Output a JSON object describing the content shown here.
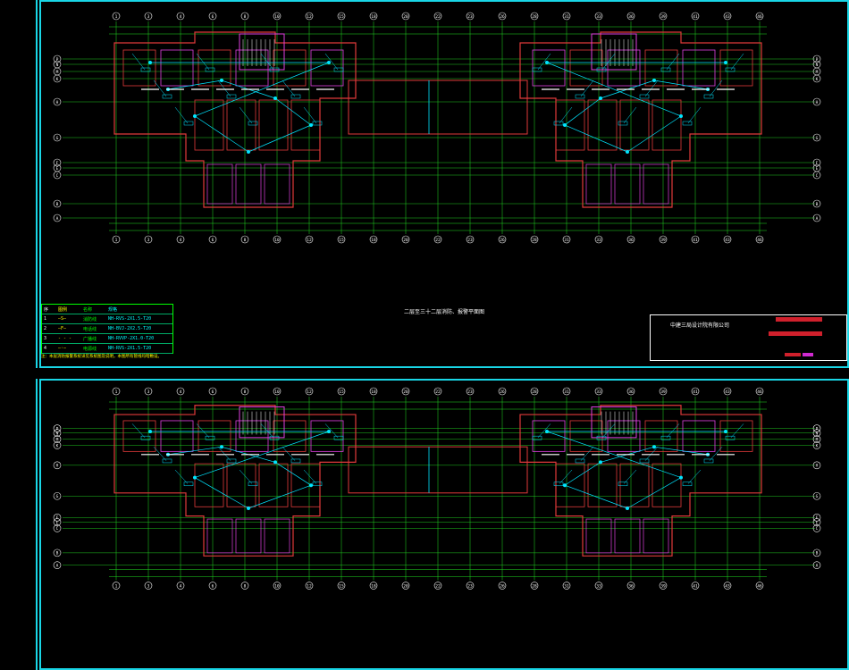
{
  "drawing": {
    "top_title": "二层至三十二层消防、报警平面图",
    "company": "中建三局设计院有限公司"
  },
  "grid_labels_rows": [
    "P",
    "N",
    "M",
    "K",
    "H",
    "G",
    "F",
    "E",
    "C",
    "B",
    "A"
  ],
  "grid_labels_cols_top": [
    "1",
    "3",
    "4",
    "6",
    "8",
    "10",
    "12",
    "15",
    "18",
    "20",
    "22",
    "23",
    "26",
    "28",
    "31",
    "33",
    "36",
    "39",
    "41",
    "43",
    "46"
  ],
  "legend": {
    "rows": [
      {
        "no": "1",
        "symbol": "—S—",
        "name": "消防线",
        "spec": "NH-RVS-2X1.5-T20"
      },
      {
        "no": "2",
        "symbol": "—F—",
        "name": "电话线",
        "spec": "NH-BVJ-2X2.5-T20"
      },
      {
        "no": "3",
        "symbol": "- - -",
        "name": "广播线",
        "spec": "NH-RVVP-2X1.0-T20"
      },
      {
        "no": "4",
        "symbol": "—·—",
        "name": "电源线",
        "spec": "NH-RVS-2X1.5-T20"
      }
    ],
    "note": "注：本层消防报警系统详见系统图及说明，本图所有管线均暗敷设。"
  },
  "colors": {
    "background": "#000000",
    "frame": "#19d6e6",
    "wall_red": "#e03a3a",
    "wall_magenta": "#e040e0",
    "wiring_cyan": "#00e5ff",
    "grid_green": "#22dd22",
    "text_white": "#ffffff",
    "yellow": "#ffff00"
  }
}
